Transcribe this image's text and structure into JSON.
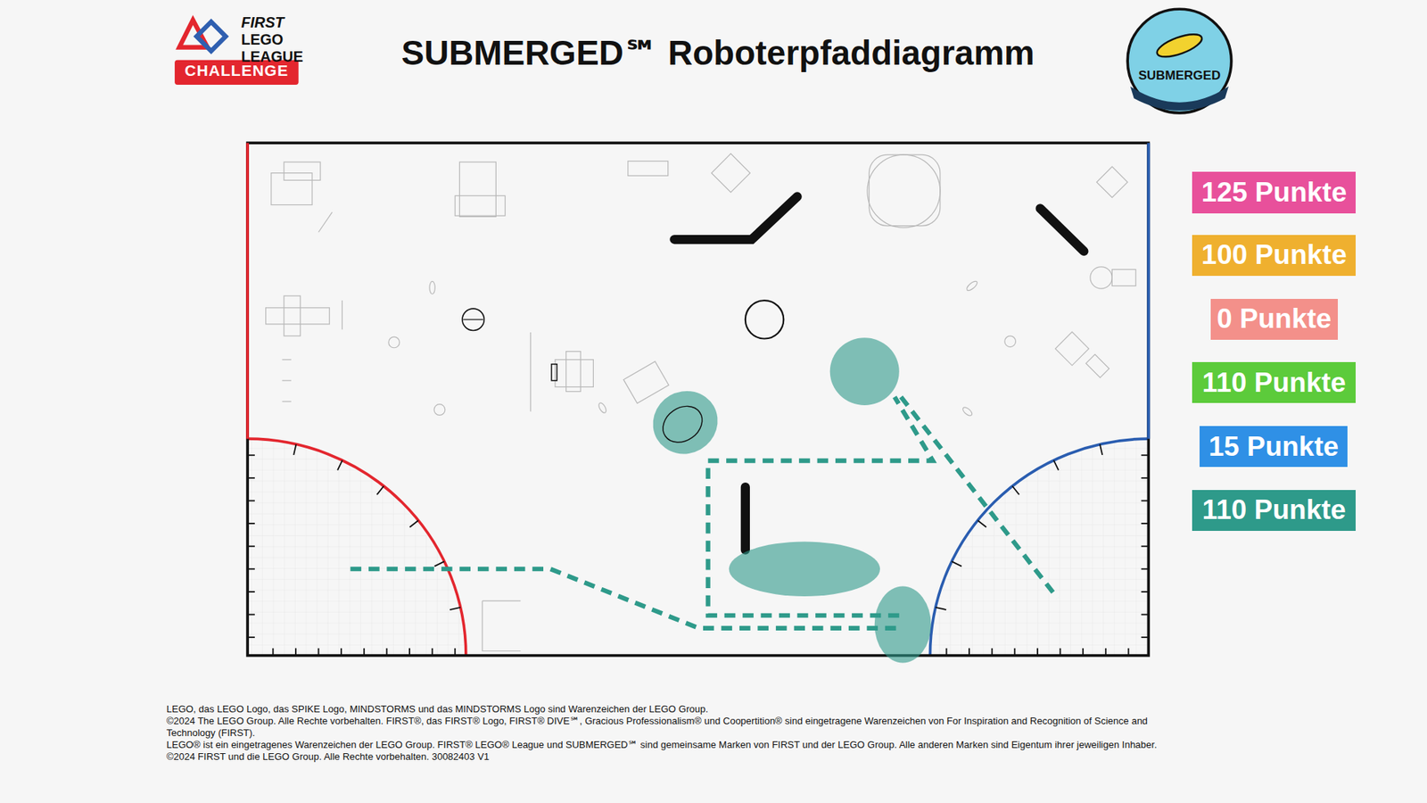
{
  "diagram": {
    "title": "SUBMERGED℠ Roboterpfaddiagramm",
    "nodes": [
      {
        "text": [
          "125 Punkte"
        ]
      },
      {
        "text": [
          "100 Punkte"
        ]
      },
      {
        "text": [
          "0 Punkte"
        ]
      },
      {
        "text": [
          "110 Punkte"
        ]
      },
      {
        "text": [
          "15 Punkte"
        ]
      },
      {
        "text": [
          "110 Punkte"
        ]
      }
    ],
    "edges": [],
    "labels": [
      "FIRST",
      "LEGO",
      "LEAGUE",
      "CHALLENGE",
      "SUBMERGED",
      "LEGO, das LEGO Logo, das SPIKE Logo, MINDSTORMS und das MINDSTORMS Logo sind Warenzeichen der LEGO Group.",
      "©2024 The LEGO Group. Alle Rechte vorbehalten. FIRST®, das FIRST® Logo, FIRST® DIVE℠, Gracious Professionalism® und Coopertition® sind eingetragene Warenzeichen von For Inspiration and Recognition of Science and Technology (FIRST).",
      "LEGO® ist ein eingetragenes Warenzeichen der LEGO Group. FIRST® LEGO® League und SUBMERGED℠ sind gemeinsame Marken von FIRST und der LEGO Group. Alle anderen Marken sind Eigentum ihrer jeweiligen Inhaber.",
      "©2024 FIRST und die LEGO Group. Alle Rechte vorbehalten. 30082403 V1"
    ]
  }
}
